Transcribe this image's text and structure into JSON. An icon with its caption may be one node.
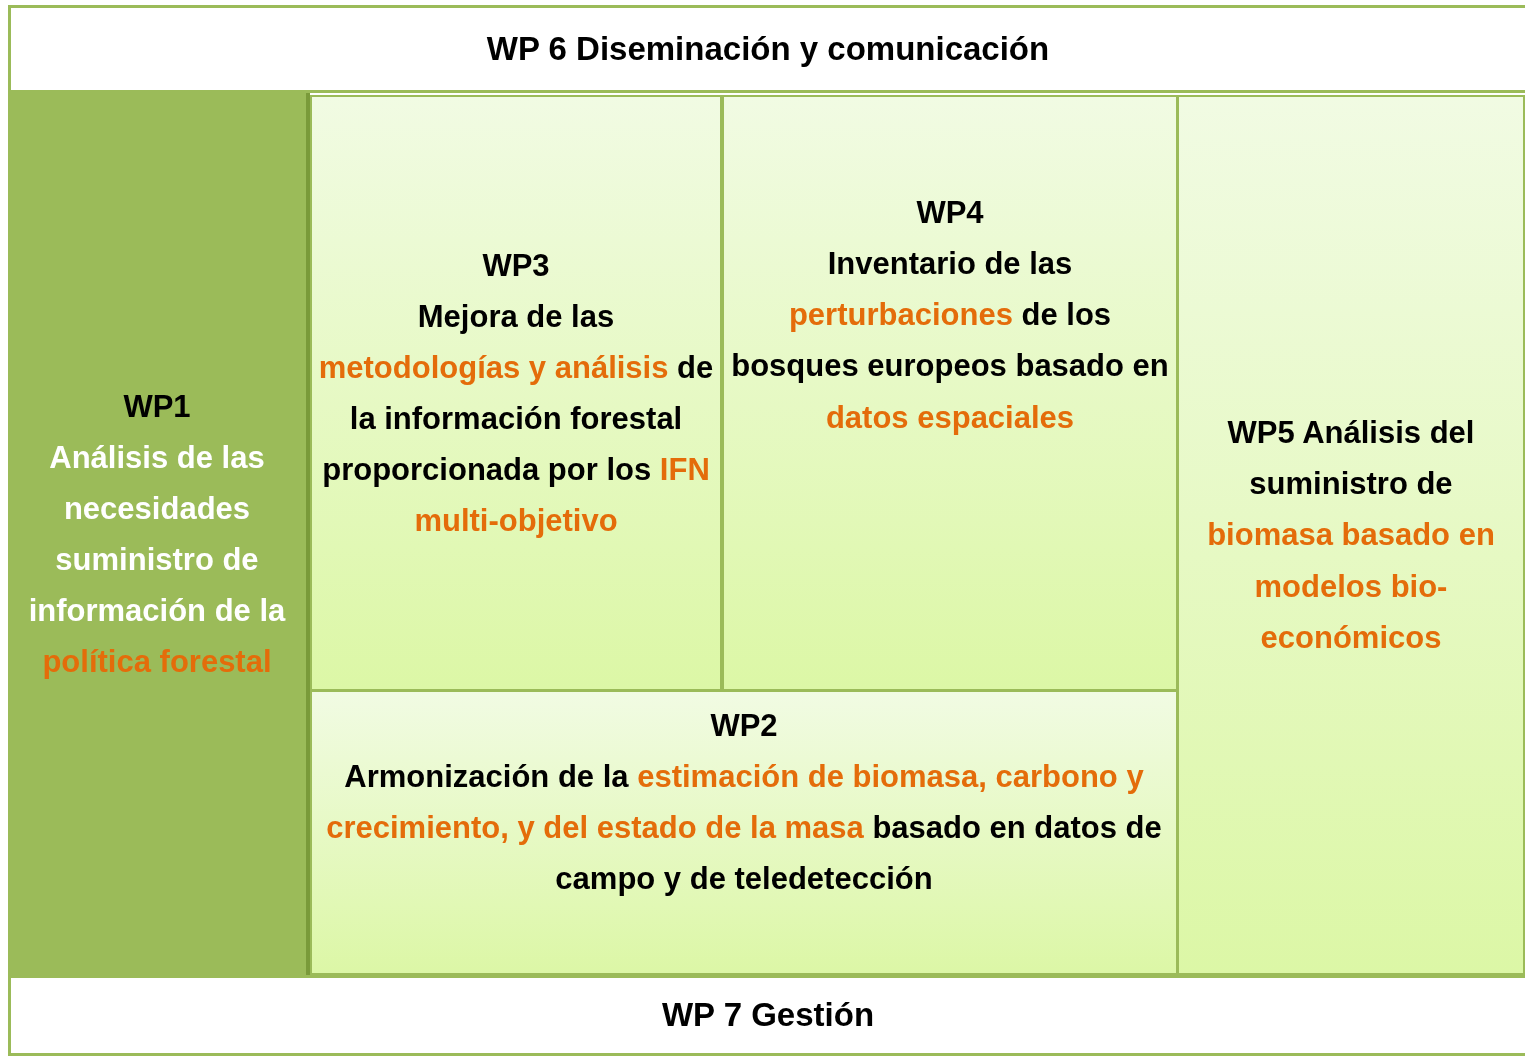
{
  "diagram": {
    "nodes": [
      {
        "text": [
          "WP 6 Diseminación y comunicación"
        ]
      },
      {
        "text": [
          "WP1",
          "Análisis de las necesidades suministro de información de la **política forestal**"
        ]
      },
      {
        "text": [
          "WP3",
          "Mejora de las **metodologías y análisis** de la información forestal proporcionada por los **IFN multi-objetivo**"
        ]
      },
      {
        "text": [
          "WP4",
          "Inventario de las **perturbaciones** de los bosques europeos basado en **datos espaciales**"
        ]
      },
      {
        "text": [
          "WP2",
          "Armonización de la **estimación de biomasa, carbono y crecimiento, y del estado de la masa** basado en datos de campo y de teledetección"
        ]
      },
      {
        "text": [
          "WP5 Análisis del suministro de **biomasa basado en modelos bio-económicos**"
        ]
      },
      {
        "text": [
          "WP 7 Gestión"
        ]
      }
    ]
  }
}
